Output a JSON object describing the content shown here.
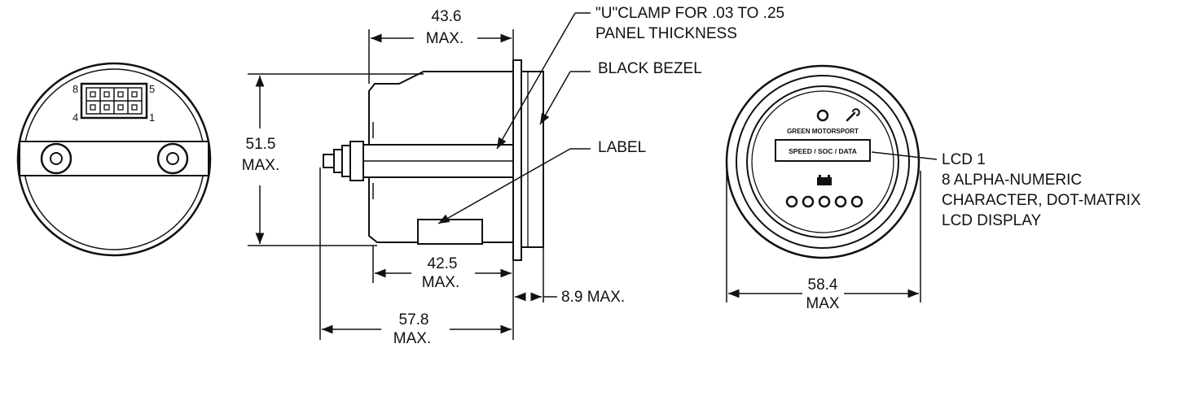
{
  "dimensions": {
    "width_top": {
      "value": "43.6",
      "qualifier": "MAX."
    },
    "height": {
      "value": "51.5",
      "qualifier": "MAX."
    },
    "body_length": {
      "value": "42.5",
      "qualifier": "MAX."
    },
    "overall_length": {
      "value": "57.8",
      "qualifier": "MAX."
    },
    "bezel_depth": {
      "text": "8.9 MAX."
    },
    "diameter": {
      "value": "58.4",
      "qualifier": "MAX"
    }
  },
  "callouts": {
    "clamp": {
      "line1": "\"U\"CLAMP FOR .03 TO .25",
      "line2": "PANEL THICKNESS"
    },
    "bezel": {
      "text": "BLACK BEZEL"
    },
    "label": {
      "text": "LABEL"
    },
    "lcd": {
      "line1": "LCD 1",
      "line2": "8 ALPHA-NUMERIC",
      "line3": "CHARACTER, DOT-MATRIX",
      "line4": "LCD DISPLAY"
    }
  },
  "connector": {
    "pin_tl": "8",
    "pin_tr": "5",
    "pin_bl": "4",
    "pin_br": "1"
  },
  "gauge_face": {
    "brand": "GREEN MOTORSPORT",
    "display_text": "SPEED / SOC / DATA",
    "icons": [
      "wrench-icon",
      "battery-icon"
    ],
    "indicator_count": 5
  }
}
